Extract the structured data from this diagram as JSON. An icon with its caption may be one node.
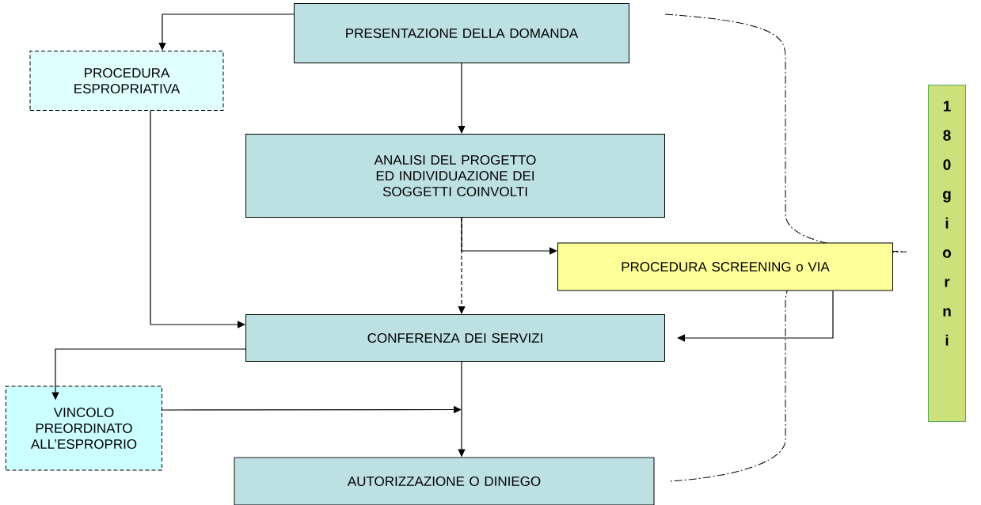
{
  "diagram": {
    "nodes": [
      {
        "text": [
          "PRESENTAZIONE DELLA DOMANDA"
        ]
      },
      {
        "text": [
          "PROCEDURA ESPROPRIATIVA"
        ]
      },
      {
        "text": [
          "ANALISI DEL PROGETTO ED INDIVIDUAZIONE DEI SOGGETTI COINVOLTI"
        ]
      },
      {
        "text": [
          "PROCEDURA SCREENING o VIA"
        ]
      },
      {
        "text": [
          "CONFERENZA DEI SERVIZI"
        ]
      },
      {
        "text": [
          "VINCOLO PREORDINATO ALL’ESPROPRIO"
        ]
      },
      {
        "text": [
          "AUTORIZZAZIONE O DINIEGO"
        ]
      },
      {
        "text": [
          "180 giorni"
        ]
      }
    ],
    "edges": [
      {
        "from": 0,
        "to": 1,
        "arrow": "to"
      },
      {
        "from": 0,
        "to": 2,
        "arrow": "to"
      },
      {
        "from": 2,
        "to": 4,
        "arrow": "to",
        "style": "dashed"
      },
      {
        "from": 2,
        "to": 3,
        "arrow": "to"
      },
      {
        "from": 1,
        "to": 4,
        "arrow": "to"
      },
      {
        "from": 3,
        "to": 4,
        "arrow": "to"
      },
      {
        "from": 4,
        "to": 5,
        "arrow": "to"
      },
      {
        "from": 4,
        "to": 6,
        "arrow": "to"
      },
      {
        "from": 5,
        "to": 6,
        "arrow": "to"
      }
    ]
  }
}
